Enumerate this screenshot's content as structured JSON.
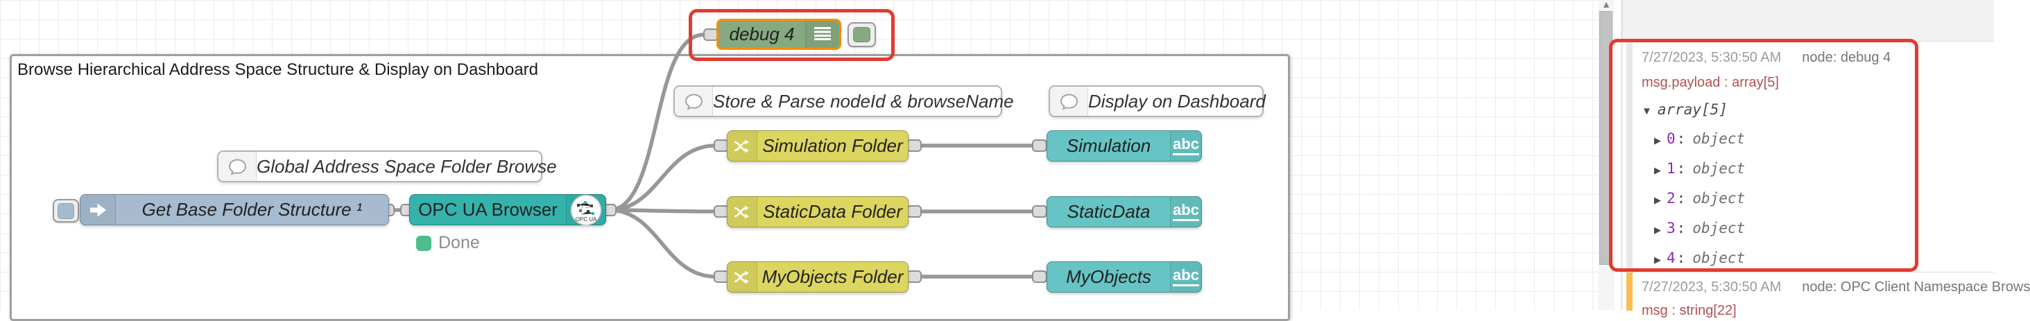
{
  "group_title": "Browse Hierarchical Address Space Structure & Display on Dashboard",
  "colors": {
    "annotation_red": "#e23b2f",
    "selected_orange": "#fb8c00",
    "inject_blue": "#a6bbcf",
    "opcua_teal": "#35b2ab",
    "switch_yellow": "#dcd55f",
    "text_teal": "#66c4c4",
    "debug_green": "#87a980",
    "status_green": "#4cbd8b",
    "highlight_orange_bar": "#fcbd51",
    "wire_gray": "#979797"
  },
  "nodes": {
    "inject": {
      "label": "Get Base Folder Structure ¹"
    },
    "opcua": {
      "label": "OPC UA Browser",
      "status": "Done",
      "icon_caption": "OPC UA"
    },
    "debug": {
      "label": "debug 4"
    },
    "comments": {
      "global": "Global Address Space Folder Browse",
      "store": "Store & Parse nodeId & browseName",
      "display": "Display on Dashboard"
    },
    "switches": [
      {
        "label": "Simulation Folder"
      },
      {
        "label": "StaticData Folder"
      },
      {
        "label": "MyObjects Folder"
      }
    ],
    "texts": [
      {
        "label": "Simulation",
        "icon": "abc"
      },
      {
        "label": "StaticData",
        "icon": "abc"
      },
      {
        "label": "MyObjects",
        "icon": "abc"
      }
    ]
  },
  "sidebar": {
    "collapse_icon": "▼",
    "expand_icon": "▶",
    "key_separator": ":",
    "scroll_up_icon": "▲",
    "messages": [
      {
        "timestamp": "7/27/2023, 5:30:50 AM",
        "source": "node: debug 4",
        "property": "msg.payload : array[5]",
        "root": "array[5]",
        "items": [
          {
            "key": "0",
            "value": "object"
          },
          {
            "key": "1",
            "value": "object"
          },
          {
            "key": "2",
            "value": "object"
          },
          {
            "key": "3",
            "value": "object"
          },
          {
            "key": "4",
            "value": "object"
          }
        ]
      },
      {
        "timestamp": "7/27/2023, 5:30:50 AM",
        "source": "node: OPC Client Namespace Brows",
        "property": "msg : string[22]"
      }
    ]
  }
}
